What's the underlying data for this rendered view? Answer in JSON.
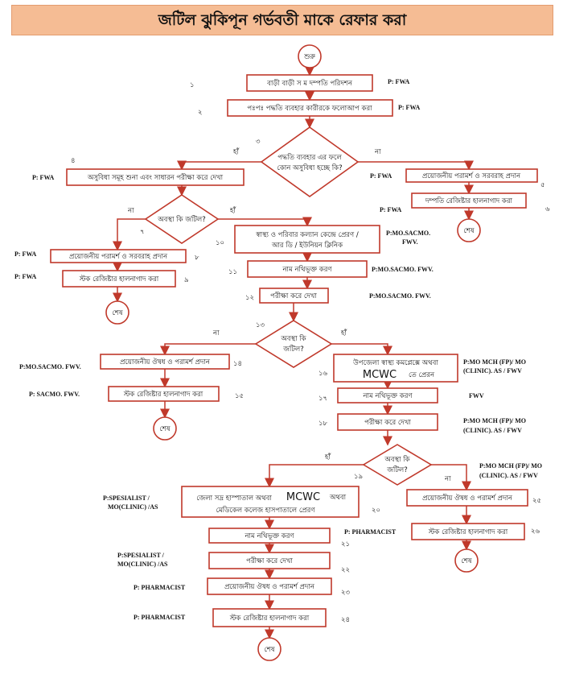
{
  "title": "জটিল ঝুকিপূন গর্ভবতী মাকে রেফার করা",
  "start_label": "শুরু",
  "end_label": "শেষ",
  "yes": "হাঁ",
  "no": "না",
  "numbers": [
    "১",
    "২",
    "৩",
    "৪",
    "৫",
    "৬",
    "৭",
    "৮",
    "৯",
    "১০",
    "১১",
    "১২",
    "১৩",
    "১৪",
    "১৫",
    "১৬",
    "১৭",
    "১৮",
    "১৯",
    "২০",
    "২১",
    "২২",
    "২৩",
    "২৪",
    "২৫",
    "২৬"
  ],
  "steps": {
    "s1": "বাড়ী বাড়ী স ম দম্পতি পরিদশন",
    "s2": "পঃপঃ পদ্ধতি ব্যবহার কারীরকে ফলোআপ করা",
    "d3": [
      "পদ্ধতি ব্যবহার এর ফলে",
      "কোন অসুবিধা হচ্ছে কি?"
    ],
    "s4": "অসুবিধা সমূহ শুনা এবং সাধারন পরীক্ষা করে দেখা",
    "s5": "প্রয়োজনীয় পরামর্শ ও সরবরাহ প্রদান",
    "s6": "দম্পতি রেজিষ্টার হালনাগাদ করা",
    "d7": "অবস্থা কি জটিল?",
    "s8": "প্রয়োজনীয় পরামর্শ ও সরবরাহ প্রদান",
    "s9": "স্টক রেজিষ্টার হালনাগাদ করা",
    "s10": [
      "স্বাস্থ্য ও পরিবার কল্যান কেন্দ্রে প্রেরণ /",
      "আর ডি / ইউনিয়ন ক্লিনিক"
    ],
    "s11": "নাম নথিভূক্ত করণ",
    "s12": "পরীক্ষা করে দেখা",
    "d13": [
      "অবস্থা কি",
      "জটিল?"
    ],
    "s14": "প্রয়োজনীয় ঔষধ ও পরামর্শ প্রদান",
    "s15": "স্টক রেজিষ্টার হালনাগাদ করা",
    "s16": [
      "উপজেলা স্বাস্থ্য কমপ্লেক্সে অথবা",
      "MCWC",
      "তে প্রেরন"
    ],
    "s17": "নাম নথিভূক্ত করণ",
    "s18": "পরীক্ষা করে দেখা",
    "d19": [
      "অবস্থা কি",
      "জটিল?"
    ],
    "s20": [
      "জেলা সদ্র হাস্পাতাল অথবা",
      "MCWC",
      "অথবা",
      "মেডিকেল কলেজ হাসপাতালে প্রেরণ"
    ],
    "s21": "নাম নথিভূক্ত করণ",
    "s22": "পরীক্ষা করে দেখা",
    "s23": "প্রয়োজনীয় ঔষধ ও পরামর্শ প্রদান",
    "s24": "স্টক রেজিষ্টার হালনাগাদ করা",
    "s25": "প্রয়োজনীয় ঔষধ ও পরামর্শ প্রদান",
    "s26": "স্টক রেজিষ্টার হালনাগাদ করা"
  },
  "responsible": {
    "r1": "P: FWA",
    "r2": "P: FWA",
    "r4": "P: FWA",
    "r5": "P: FWA",
    "r6": "P: FWA",
    "r8": "P: FWA",
    "r9": "P: FWA",
    "r10": [
      "P:MO.SACMO.",
      "FWV."
    ],
    "r11": "P:MO.SACMO. FWV.",
    "r12": "P:MO.SACMO. FWV.",
    "r14": "P:MO.SACMO. FWV.",
    "r15": "P: SACMO. FWV.",
    "r16": [
      "P:MO MCH (FP)/ MO",
      "(CLINIC). AS / FWV"
    ],
    "r17": "FWV",
    "r18": [
      "P:MO MCH (FP)/ MO",
      "(CLINIC). AS / FWV"
    ],
    "r19": [
      "P:MO MCH (FP)/ MO",
      "(CLINIC). AS / FWV"
    ],
    "r20": [
      "P:SPESIALIST /",
      "MO(CLINIC) /AS"
    ],
    "r21": "P: PHARMACIST",
    "r22": [
      "P:SPESIALIST /",
      "MO(CLINIC) /AS"
    ],
    "r23": "P: PHARMACIST",
    "r24": "P: PHARMACIST"
  }
}
